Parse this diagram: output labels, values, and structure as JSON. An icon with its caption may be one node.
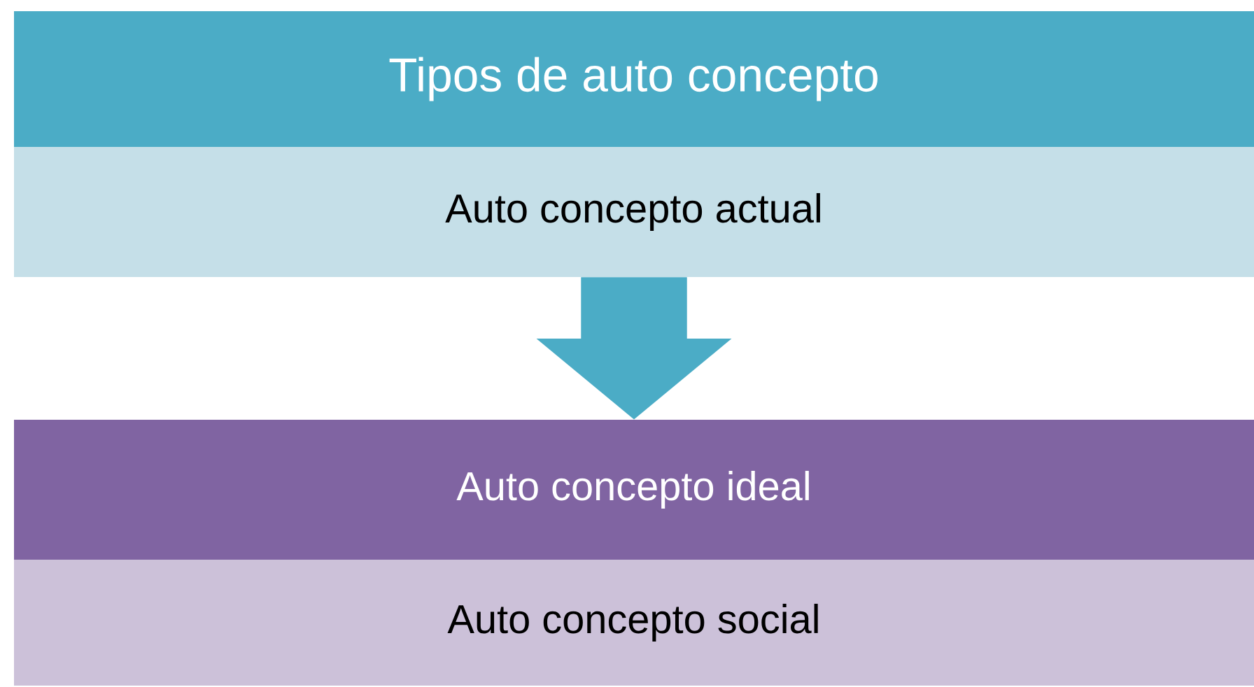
{
  "diagram": {
    "nodes": [
      {
        "text": [
          "Tipos de auto concepto"
        ]
      },
      {
        "text": [
          "Auto concepto actual"
        ]
      },
      {
        "text": [
          "Auto concepto ideal"
        ]
      },
      {
        "text": [
          "Auto concepto social"
        ]
      }
    ],
    "edges": [
      {
        "from": 1,
        "to": 2,
        "arrow": "to"
      }
    ]
  }
}
